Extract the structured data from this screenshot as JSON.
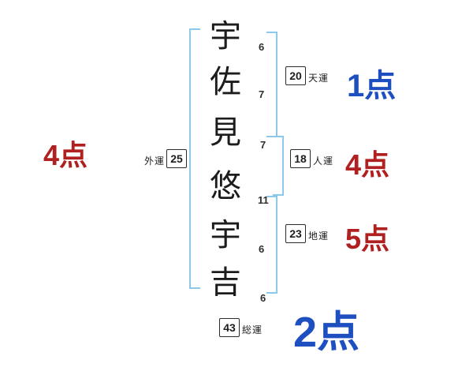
{
  "name": {
    "characters": [
      {
        "glyph": "宇",
        "strokes": "6"
      },
      {
        "glyph": "佐",
        "strokes": "7"
      },
      {
        "glyph": "見",
        "strokes": "7"
      },
      {
        "glyph": "悠",
        "strokes": "11"
      },
      {
        "glyph": "宇",
        "strokes": "6"
      },
      {
        "glyph": "吉",
        "strokes": "6"
      }
    ]
  },
  "fortunes": {
    "ten": {
      "label": "天運",
      "value": "20",
      "score": "1点"
    },
    "jin": {
      "label": "人運",
      "value": "18",
      "score": "4点"
    },
    "chi": {
      "label": "地運",
      "value": "23",
      "score": "5点"
    },
    "gai": {
      "label": "外運",
      "value": "25",
      "score": "4点"
    },
    "sou": {
      "label": "総運",
      "value": "43",
      "score": "2点"
    }
  },
  "colors": {
    "score_red": "#b02020",
    "score_blue": "#1e4fc0",
    "bracket_blue": "#8cc8e8"
  }
}
